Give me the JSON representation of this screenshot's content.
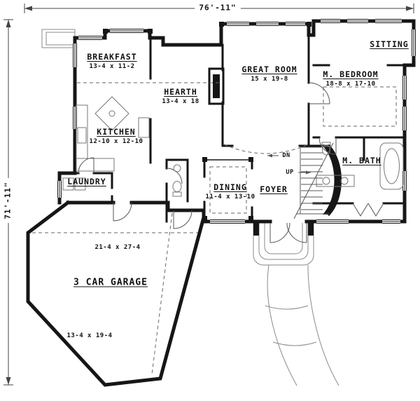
{
  "plan": {
    "width_label": "76'-11\"",
    "height_label": "71'-11\""
  },
  "rooms": {
    "breakfast": {
      "label": "BREAKFAST",
      "size": "13-4 x 11-2"
    },
    "sitting": {
      "label": "SITTING"
    },
    "great_room": {
      "label": "GREAT ROOM",
      "size": "15 x 19-8"
    },
    "m_bedroom": {
      "label": "M. BEDROOM",
      "size": "18-8 x 17-10"
    },
    "hearth": {
      "label": "HEARTH",
      "size": "13-4 x 18"
    },
    "kitchen": {
      "label": "KITCHEN",
      "size": "12-10 x 12-10"
    },
    "m_bath": {
      "label": "M. BATH"
    },
    "laundry": {
      "label": "LAUNDRY"
    },
    "dining": {
      "label": "DINING",
      "size": "11-4 x 13-10"
    },
    "foyer": {
      "label": "FOYER"
    },
    "garage": {
      "label": "3 CAR GARAGE",
      "size_upper": "21-4 x 27-4",
      "size_lower": "13-4 x 19-4"
    }
  },
  "stairs": {
    "down": "DN",
    "up": "UP"
  },
  "colors": {
    "wall": "#161616",
    "thin_line": "#777777",
    "background": "#ffffff"
  }
}
